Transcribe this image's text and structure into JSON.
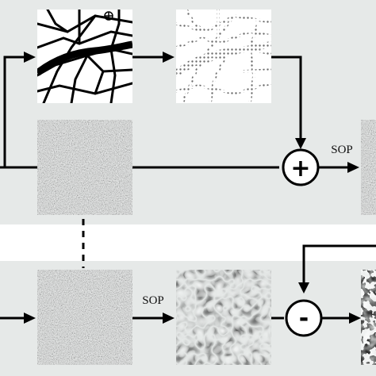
{
  "top_flow": {
    "sop_label": "SOP",
    "combine_symbol": "+"
  },
  "bottom_flow": {
    "sop_label": "SOP",
    "combine_symbol": "-"
  },
  "colors": {
    "panel_background": "#e6e9e8",
    "page_background": "#ffffff",
    "stroke": "#000000"
  },
  "icons": [
    "map-tile",
    "sampled-map-tile",
    "noise-tile",
    "sop-pattern-tile",
    "output-tile",
    "plus-operator",
    "minus-operator"
  ]
}
